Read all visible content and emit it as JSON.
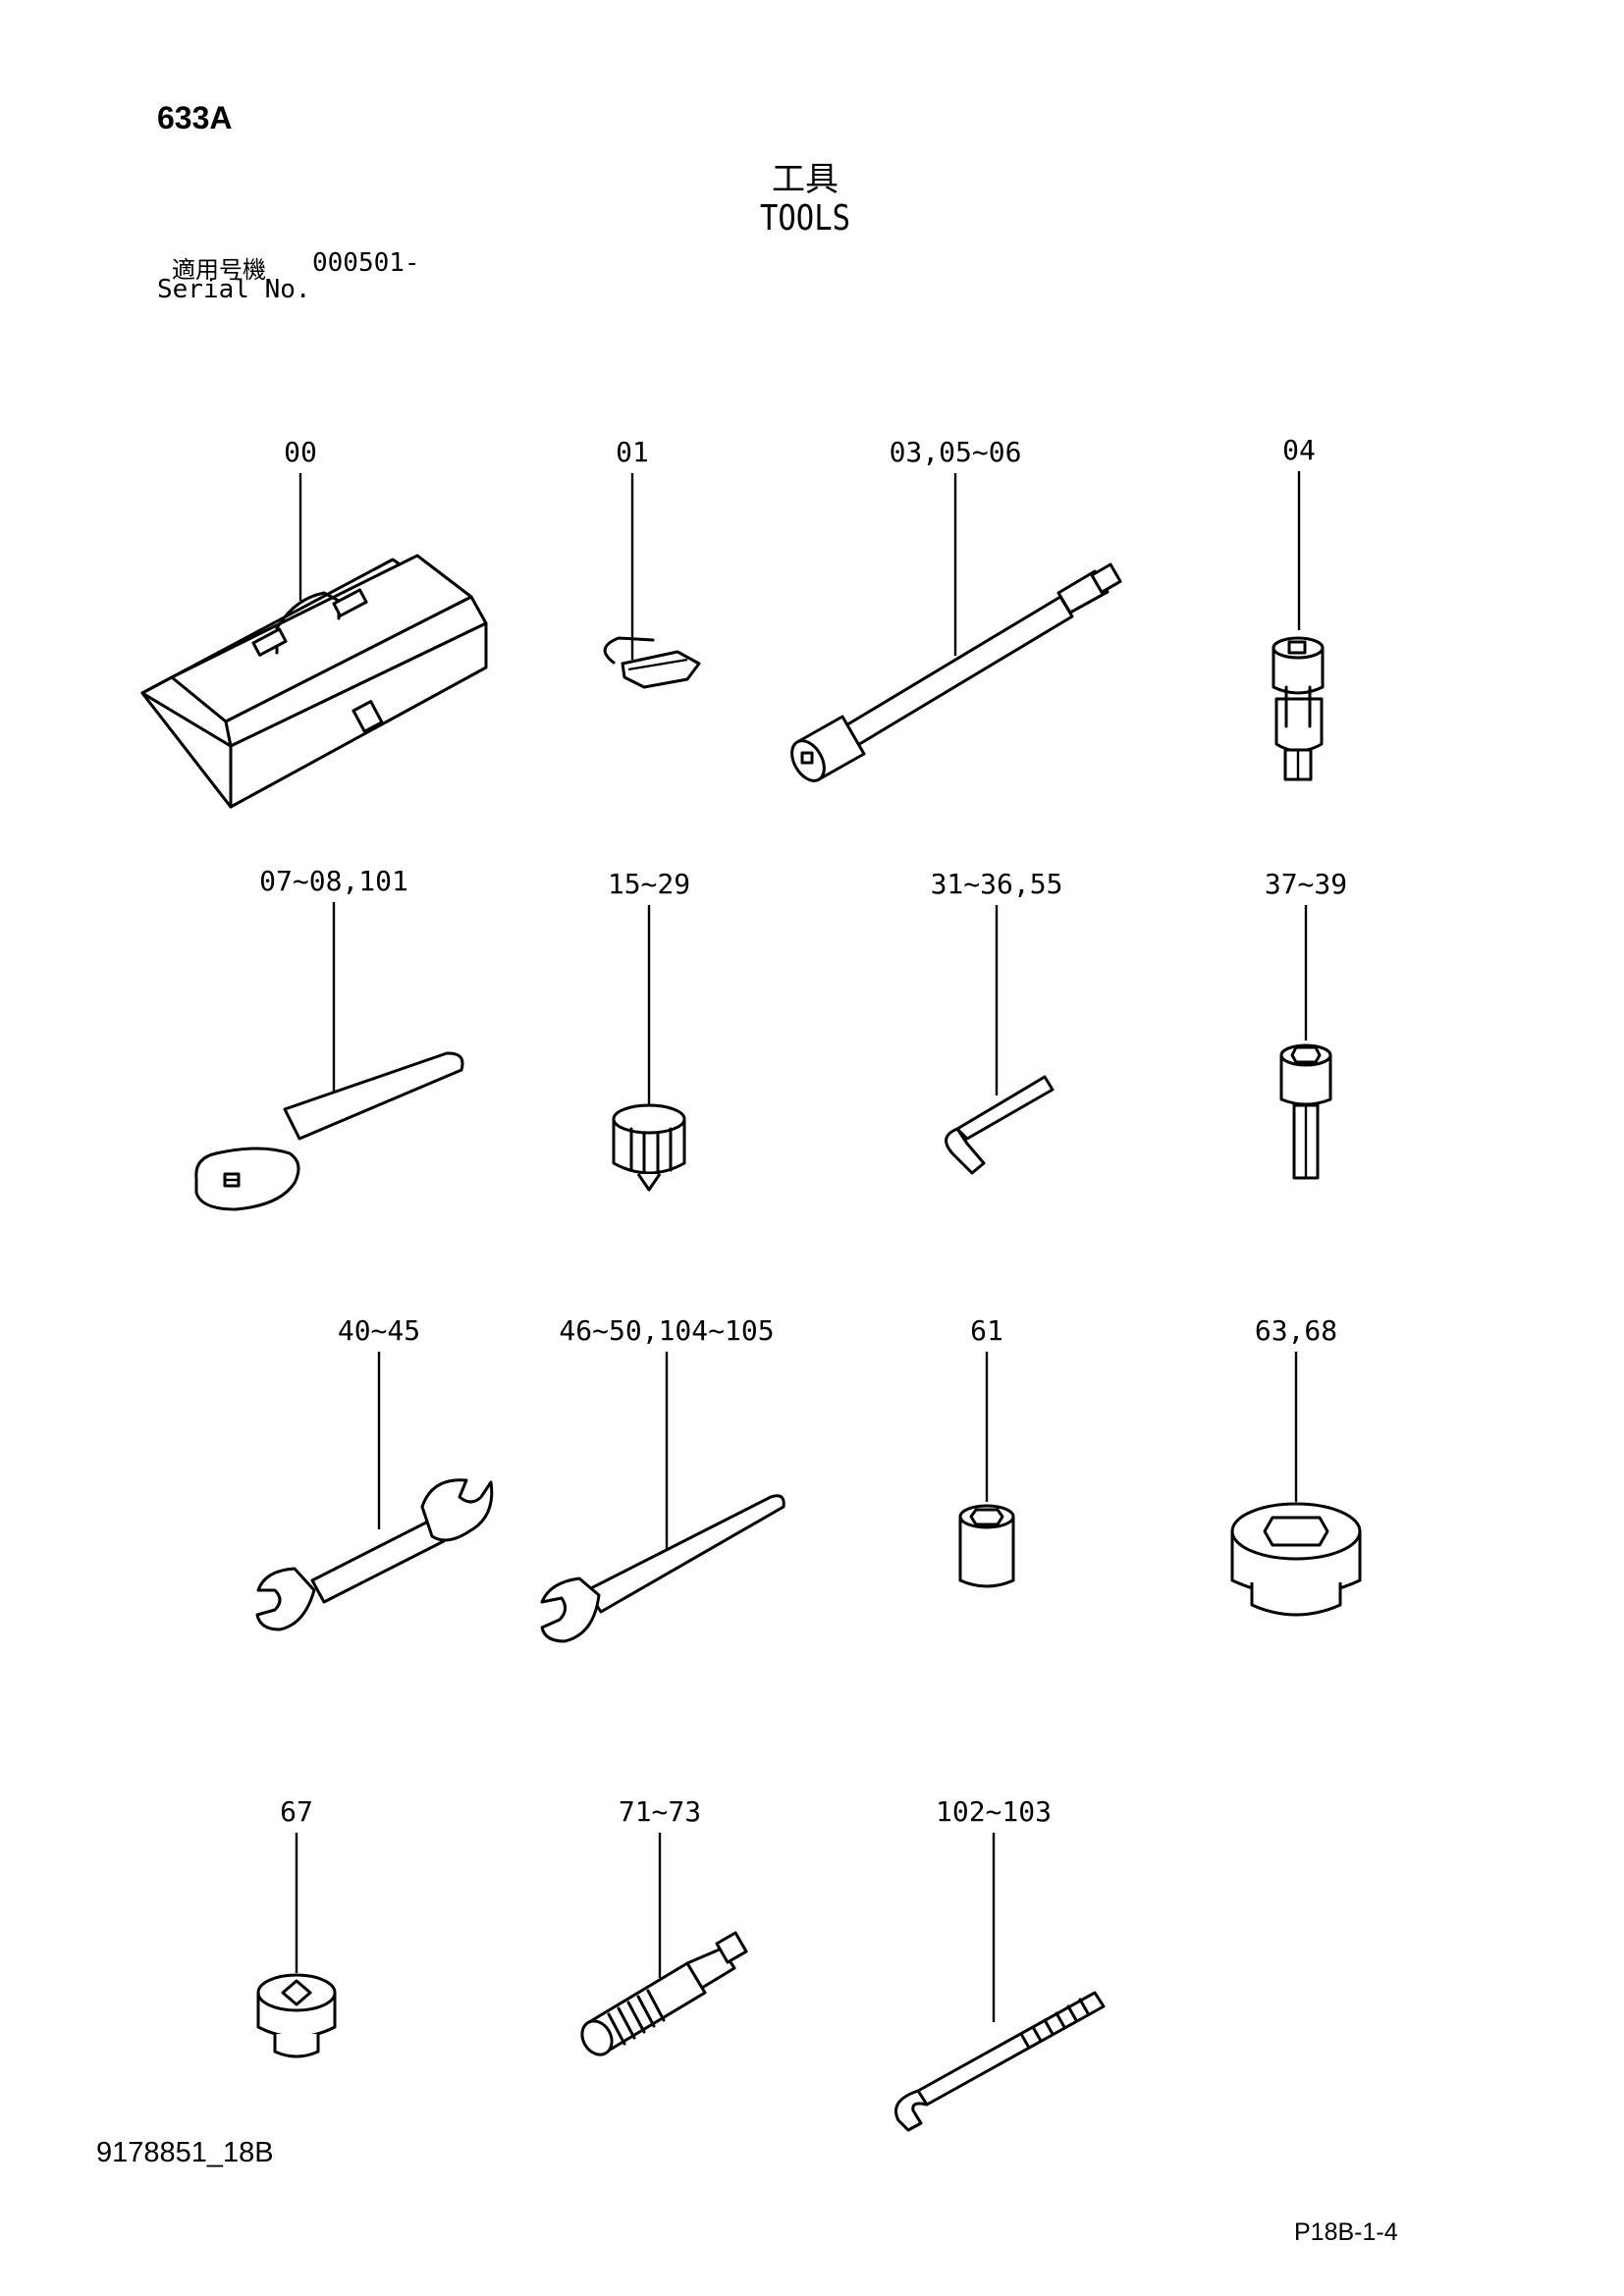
{
  "header": {
    "code": "633A",
    "title_jp": "工具",
    "title_en": "TOOLS",
    "serial_label_jp": "適用号機",
    "serial_value": "000501-",
    "serial_label_en": "Serial No."
  },
  "parts": [
    {
      "label": "00",
      "icon": "toolbox-icon"
    },
    {
      "label": "01",
      "icon": "key-icon"
    },
    {
      "label": "03,05~06",
      "icon": "extension-bar-icon"
    },
    {
      "label": "04",
      "icon": "universal-joint-icon"
    },
    {
      "label": "07~08,101",
      "icon": "ratchet-handle-icon"
    },
    {
      "label": "15~29",
      "icon": "socket-icon"
    },
    {
      "label": "31~36,55",
      "icon": "hex-key-icon"
    },
    {
      "label": "37~39",
      "icon": "hex-bit-socket-icon"
    },
    {
      "label": "40~45",
      "icon": "double-open-wrench-icon"
    },
    {
      "label": "46~50,104~105",
      "icon": "single-open-wrench-icon"
    },
    {
      "label": "61",
      "icon": "small-socket-icon"
    },
    {
      "label": "63,68",
      "icon": "large-socket-icon"
    },
    {
      "label": "67",
      "icon": "square-drive-socket-icon"
    },
    {
      "label": "71~73",
      "icon": "threaded-adapter-icon"
    },
    {
      "label": "102~103",
      "icon": "threaded-l-bolt-icon"
    }
  ],
  "footer": {
    "doc_number": "9178851_18B",
    "page": "P18B-1-4"
  }
}
